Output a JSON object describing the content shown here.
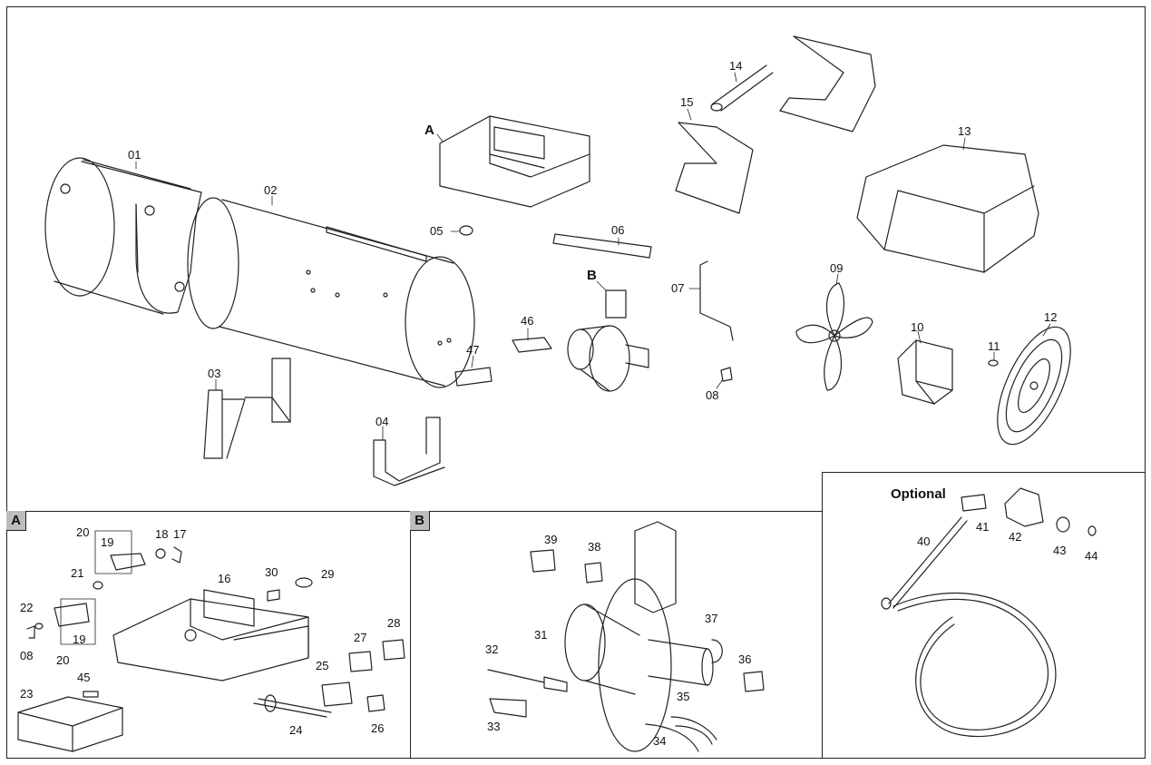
{
  "sections": {
    "A": "A",
    "B": "B",
    "optional": "Optional"
  },
  "callouts": {
    "main": [
      "01",
      "02",
      "03",
      "04",
      "05",
      "06",
      "07",
      "08",
      "09",
      "10",
      "11",
      "12",
      "13",
      "14",
      "15",
      "46",
      "47"
    ],
    "markers": [
      "A",
      "B"
    ],
    "panel_a": [
      "20",
      "19",
      "18",
      "17",
      "21",
      "16",
      "30",
      "29",
      "22",
      "08",
      "19",
      "20",
      "27",
      "28",
      "25",
      "23",
      "45",
      "24",
      "26"
    ],
    "panel_b": [
      "39",
      "38",
      "31",
      "37",
      "32",
      "36",
      "33",
      "35",
      "34"
    ],
    "panel_opt": [
      "41",
      "42",
      "43",
      "44",
      "40"
    ]
  },
  "colors": {
    "line": "#222222",
    "tag_bg": "#bdbdbd"
  }
}
